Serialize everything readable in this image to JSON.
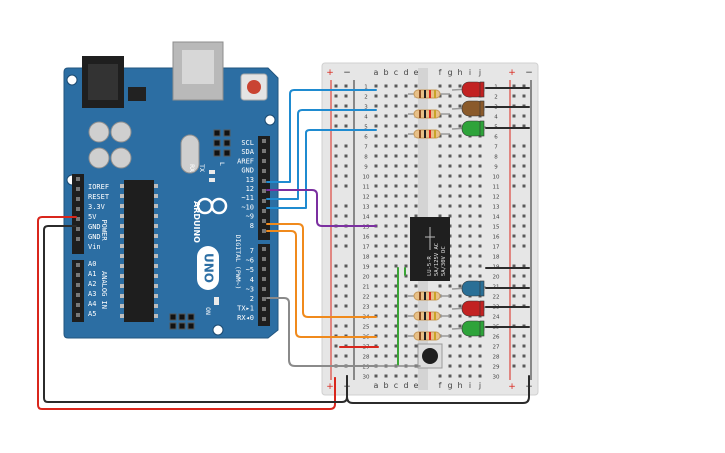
{
  "board": {
    "logo_text": "ARDUINO",
    "model_text": "UNO",
    "on_label": "ON",
    "power_header_title": "POWER",
    "analog_header_title": "ANALOG IN",
    "digital_header_title": "DIGITAL (PWM~)",
    "tx_label": "TX",
    "rx_label": "RX",
    "l_label": "L",
    "power_pins": [
      "IOREF",
      "RESET",
      "3.3V",
      "5V",
      "GND",
      "GND",
      "Vin"
    ],
    "analog_pins": [
      "A0",
      "A1",
      "A2",
      "A3",
      "A4",
      "A5"
    ],
    "top_pins": [
      "SCL",
      "SDA",
      "AREF",
      "GND",
      "13",
      "12",
      "~11",
      "~10",
      "~9",
      "8"
    ],
    "bottom_pins": [
      "7",
      "~6",
      "~5",
      "4",
      "~3",
      "2",
      "TX▸1",
      "RX◂0"
    ]
  },
  "breadboard": {
    "col_letters_left": [
      "a",
      "b",
      "c",
      "d",
      "e"
    ],
    "col_letters_right": [
      "f",
      "g",
      "h",
      "i",
      "j"
    ],
    "plus": "+",
    "minus": "−",
    "row_count": 30
  },
  "relay": {
    "line1": "LU-5-R",
    "line2": "5A/125V AC",
    "line3": "5A/30V DC"
  },
  "colors": {
    "board_blue": "#2c6ea3",
    "wire_blue": "#1f8bd0",
    "wire_purple": "#7b2fa0",
    "wire_orange": "#f08a1c",
    "wire_gray": "#8a8a8a",
    "wire_red": "#d9261c",
    "wire_black": "#2b2b2b",
    "wire_green": "#3aa535",
    "led_red": "#c22222",
    "led_brown": "#8a5a2b",
    "led_green": "#2ea33a",
    "led_blue": "#2a6f96"
  }
}
